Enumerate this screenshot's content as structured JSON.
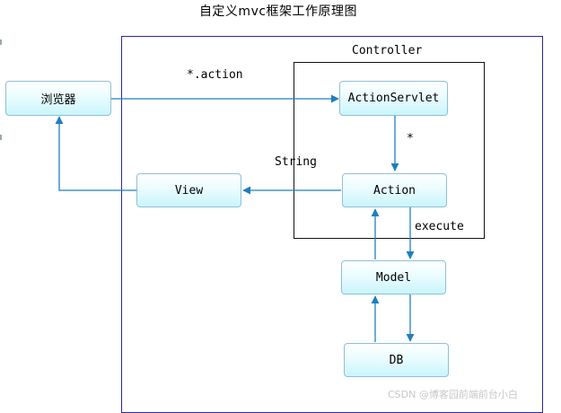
{
  "title": "自定义mvc框架工作原理图",
  "frames": {
    "controller_label": "Controller"
  },
  "nodes": {
    "browser": "浏览器",
    "action_servlet": "ActionServlet",
    "action": "Action",
    "view": "View",
    "model": "Model",
    "db": "DB"
  },
  "edge_labels": {
    "request": "*.action",
    "dispatch": "*",
    "result": "String",
    "execute": "execute"
  },
  "colors": {
    "arrow": "#1f7fbf",
    "node_border": "#8fbfd8",
    "outer_frame": "#2a2a9a"
  },
  "watermark": "CSDN @博客园前端前台小白"
}
